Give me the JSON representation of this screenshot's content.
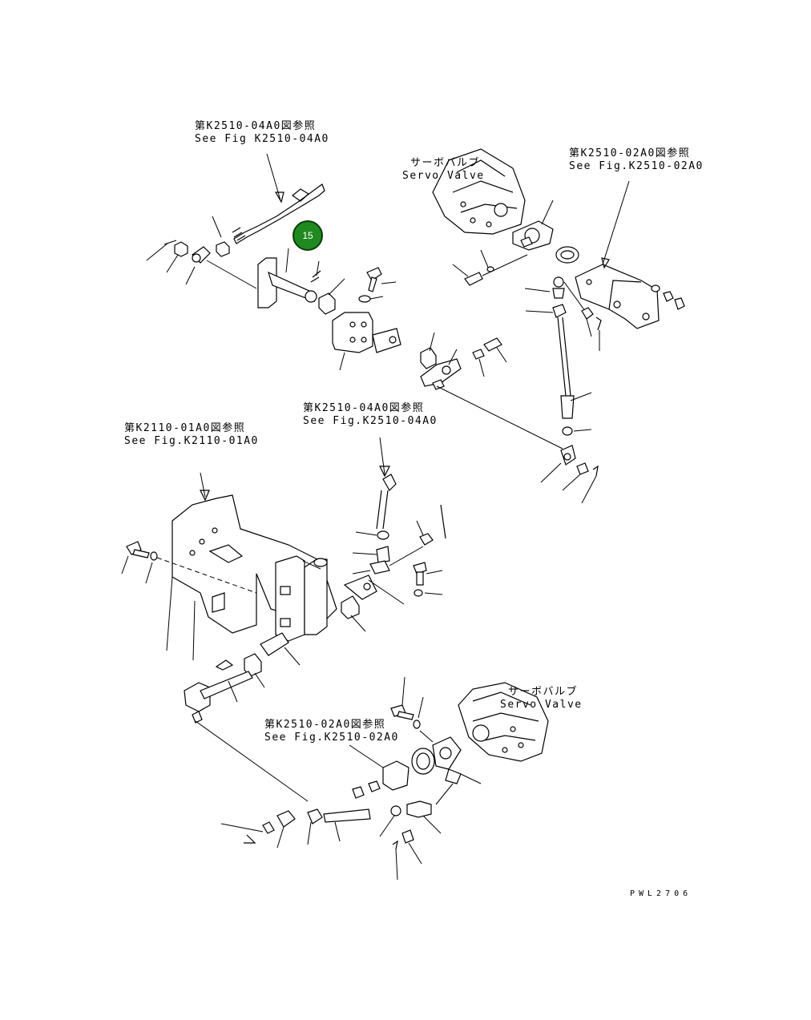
{
  "callout": {
    "number": "15",
    "color": "#1f8a1f"
  },
  "references": {
    "ref_top_left": {
      "jp": "第K2510-04A0図参照",
      "en": "See Fig K2510-04A0"
    },
    "ref_top_right": {
      "jp": "第K2510-02A0図参照",
      "en": "See Fig.K2510-02A0"
    },
    "ref_mid_center": {
      "jp": "第K2510-04A0図参照",
      "en": "See Fig.K2510-04A0"
    },
    "ref_mid_left": {
      "jp": "第K2110-01A0図参照",
      "en": "See Fig.K2110-01A0"
    },
    "ref_bottom": {
      "jp": "第K2510-02A0図参照",
      "en": "See Fig.K2510-02A0"
    }
  },
  "servo_labels": {
    "top": {
      "jp": "サーボバルブ",
      "en": "Servo Valve"
    },
    "bottom": {
      "jp": "サーボバルブ",
      "en": "Servo Valve"
    }
  },
  "drawing_code": "PWL2706"
}
